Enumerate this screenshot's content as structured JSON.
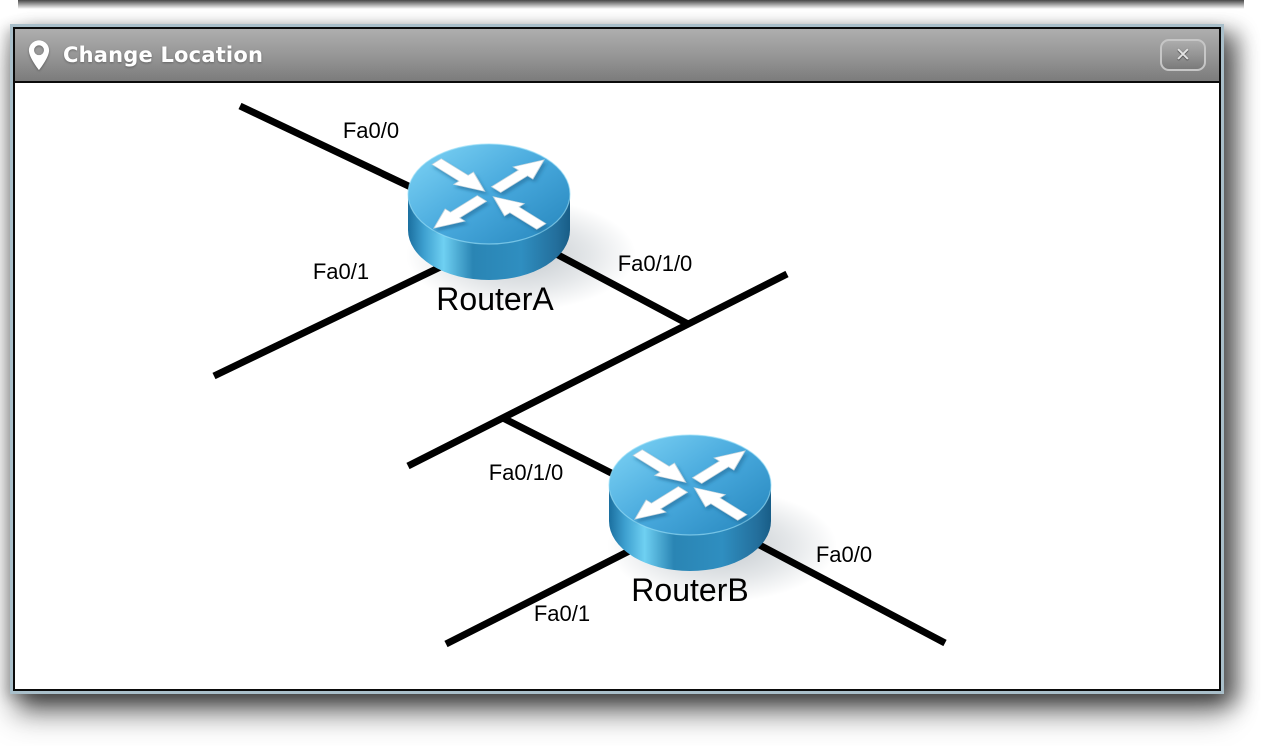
{
  "window": {
    "title": "Change Location",
    "icons": {
      "title_icon": "location-pin-icon",
      "close_icon": "close-x-icon",
      "close_glyph": "✕"
    }
  },
  "colors": {
    "frame_border": "#a9bfca",
    "titlebar_top": "#aeaeae",
    "titlebar_bottom": "#7c7c7c",
    "line_black": "#000000",
    "router_blue_light": "#66c2ea",
    "router_blue_dark": "#1b6f9f",
    "label_text": "#000000"
  },
  "topology": {
    "devices": [
      {
        "id": "router-a",
        "label": "RouterA",
        "type": "router",
        "interfaces": [
          {
            "name": "Fa0/0"
          },
          {
            "name": "Fa0/1"
          },
          {
            "name": "Fa0/1/0"
          }
        ]
      },
      {
        "id": "router-b",
        "label": "RouterB",
        "type": "router",
        "interfaces": [
          {
            "name": "Fa0/1/0"
          },
          {
            "name": "Fa0/1"
          },
          {
            "name": "Fa0/0"
          }
        ]
      }
    ],
    "links": [
      {
        "from": "RouterA",
        "from_interface": "Fa0/0",
        "to": "edge-stub"
      },
      {
        "from": "RouterA",
        "from_interface": "Fa0/1",
        "to": "edge-stub"
      },
      {
        "from": "RouterA",
        "from_interface": "Fa0/1/0",
        "to": "segment"
      },
      {
        "from": "RouterB",
        "from_interface": "Fa0/1/0",
        "to": "segment"
      },
      {
        "from": "RouterB",
        "from_interface": "Fa0/1",
        "to": "edge-stub"
      },
      {
        "from": "RouterB",
        "from_interface": "Fa0/0",
        "to": "edge-stub"
      }
    ]
  }
}
